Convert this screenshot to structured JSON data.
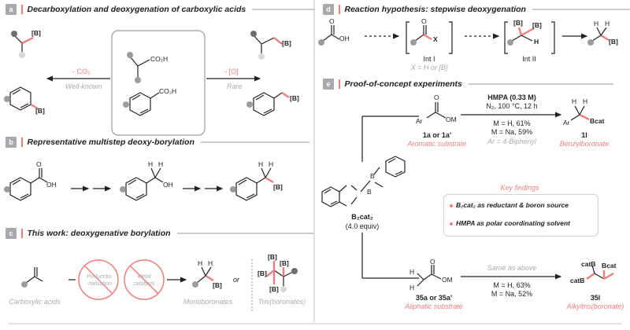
{
  "sections": {
    "a": {
      "letter": "a",
      "title": "Decarboxylation and deoxygenation of carboxylic acids"
    },
    "b": {
      "letter": "b",
      "title": "Representative multistep deoxy-borylation"
    },
    "c": {
      "letter": "c",
      "title": "This work: deoxygenative borylation"
    },
    "d": {
      "letter": "d",
      "title": "Reaction hypothesis: stepwise deoxygenation"
    },
    "e": {
      "letter": "e",
      "title": "Proof-of-concept experiments"
    }
  },
  "panel_a": {
    "minus_co2": "- CO₂",
    "well_known": "Well-known",
    "minus_o": "- [O]",
    "rare": "Rare",
    "b": "[B]",
    "co2h": "CO₂H"
  },
  "panel_b": {
    "oh": "OH",
    "h": "H",
    "b": "[B]",
    "acid_o": "O",
    "acid_oh": "OH"
  },
  "panel_c": {
    "prefunc": "Prefunctio\n-nalisation",
    "metal": "Metal\ncatalysts",
    "or": "or",
    "carboxylic_acids": "Carboxylic acids",
    "monoboronates": "Monoboronates",
    "tris": "Tris(boronates)",
    "b": "[B]",
    "h": "H"
  },
  "panel_d": {
    "int1": "Int I",
    "int2": "Int II",
    "x_note": "X = H or [B]",
    "x": "X",
    "oh": "OH",
    "o": "O",
    "h": "H",
    "b": "[B]"
  },
  "panel_e": {
    "conditions_line1": "HMPA (0.33 M)",
    "conditions_line2": "N₂, 100 °C, 12 h",
    "yield_1a": "M = H, 61%",
    "yield_1b": "M = Na, 59%",
    "ar_note": "Ar = 4-Biphenyl",
    "sub1_label": "1a or 1a'",
    "sub1_desc": "Aromatic substrate",
    "prod1_label": "1l",
    "prod1_desc": "Benzylboronate",
    "reagent_name": "B₂cat₂",
    "reagent_equiv": "(4.0 equiv)",
    "key_findings": "Key findings",
    "finding1": "B₂cat₂ as reductant & boron source",
    "finding2": "HMPA as polar coordinating solvent",
    "same_as_above": "Same as above",
    "yield_35a": "M = H, 63%",
    "yield_35b": "M = Na, 52%",
    "sub2_label": "35a or 35a'",
    "sub2_desc": "Aliphatic substrate",
    "prod2_label": "35l",
    "prod2_desc": "Alkyltris(boronate)",
    "ar": "Ar",
    "om": "OM",
    "o": "O",
    "h": "H",
    "bcat": "Bcat",
    "catb": "catB",
    "b": "B"
  },
  "colors": {
    "accent": "#ec7f7d",
    "grey": "#a9abae",
    "rule": "#c9cbcd",
    "badge": "#a7a9ac"
  }
}
